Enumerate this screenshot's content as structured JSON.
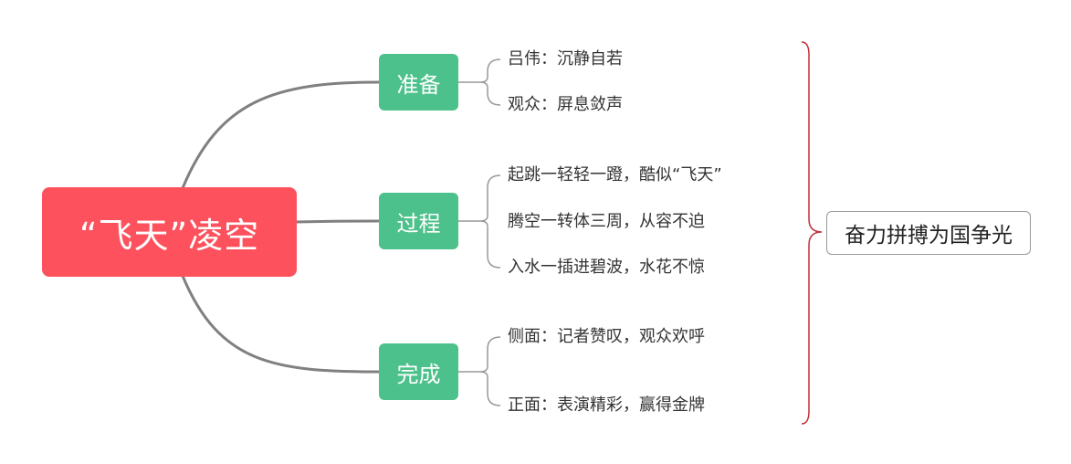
{
  "colors": {
    "root": "#fd525d",
    "branch": "#4dc18b",
    "connector": "#808080",
    "bracket": "#999999",
    "summary_brace": "#c0323a"
  },
  "root": {
    "label": "“飞天”凌空"
  },
  "branches": [
    {
      "label": "准备",
      "items": [
        "吕伟：沉静自若",
        "观众：屏息敛声"
      ]
    },
    {
      "label": "过程",
      "items": [
        "起跳一轻轻一蹬，酷似“飞天”",
        "腾空一转体三周，从容不迫",
        "入水一插进碧波，水花不惊"
      ]
    },
    {
      "label": "完成",
      "items": [
        "侧面：记者赞叹，观众欢呼",
        "正面：表演精彩，赢得金牌"
      ]
    }
  ],
  "summary": {
    "label": "奋力拼搏为国争光"
  }
}
